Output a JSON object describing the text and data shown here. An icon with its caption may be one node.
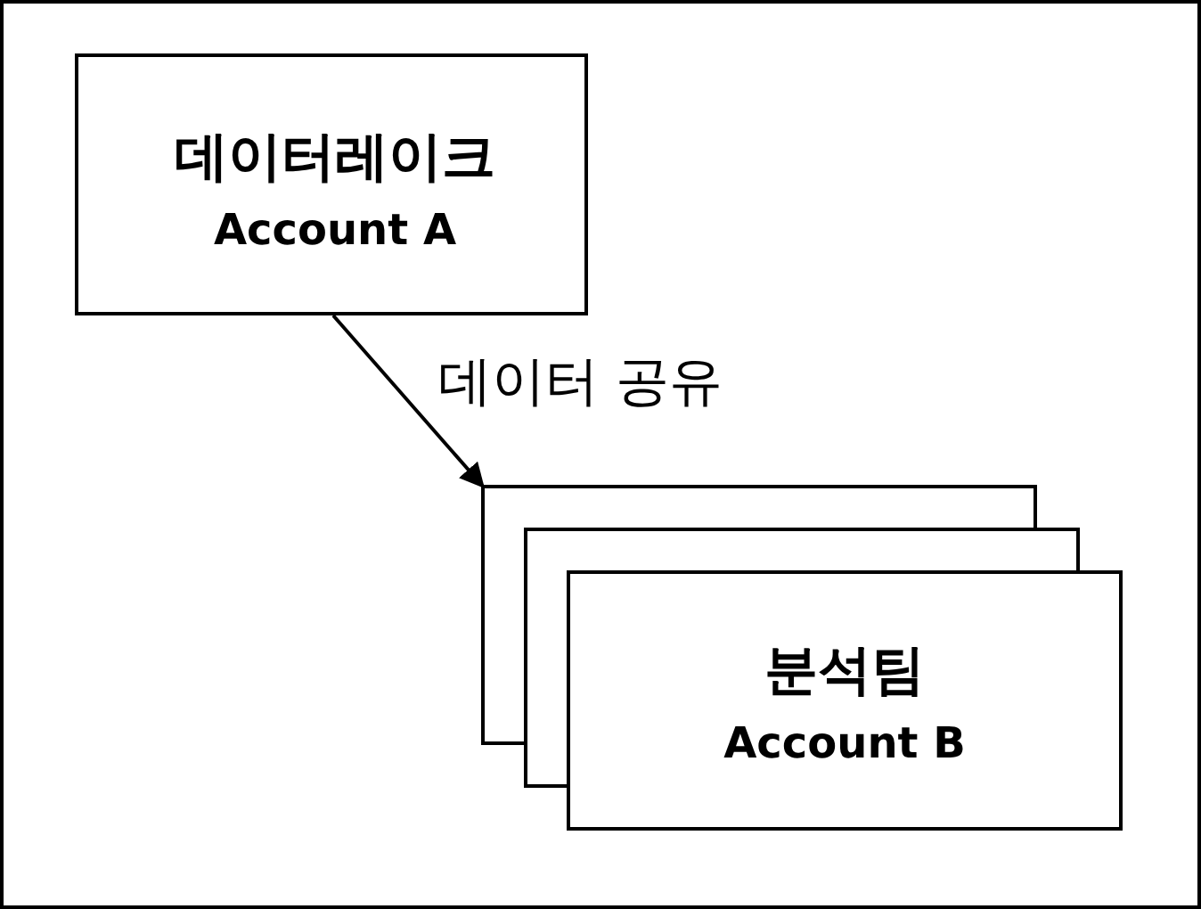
{
  "diagram": {
    "nodes": [
      {
        "text": [
          "데이터레이크",
          "Account A"
        ]
      },
      {
        "text": [
          "분석팀",
          "Account B"
        ]
      }
    ],
    "edges": [
      {
        "from": 0,
        "to": 1,
        "arrow": "to",
        "label": "데이터 공유"
      }
    ]
  }
}
